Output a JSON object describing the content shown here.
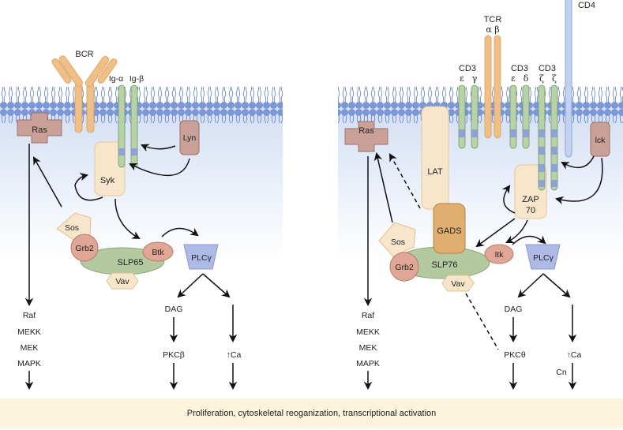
{
  "left_panel": {
    "receptor": "BCR",
    "ig_alpha": "Ig-α",
    "ig_beta": "Ig-β",
    "ras": "Ras",
    "lyn": "Lyn",
    "syk": "Syk",
    "sos": "Sos",
    "grb2": "Grb2",
    "slp": "SLP65",
    "btk": "Btk",
    "vav": "Vav",
    "plc": "PLCγ",
    "dag": "DAG",
    "pkc": "PKCβ",
    "ca": "↑Ca",
    "mapk_cascade": [
      "Raf",
      "MEKK",
      "MEK",
      "MAPK"
    ]
  },
  "right_panel": {
    "tcr": "TCR",
    "tcr_chains": "α β",
    "cd3_eg": "CD3",
    "cd3_eg_chains": [
      "ε",
      "γ"
    ],
    "cd3_ed": "CD3",
    "cd3_ed_chains": [
      "ε",
      "δ"
    ],
    "cd3_zz": "CD3",
    "cd3_zz_chains": [
      "ζ",
      "ζ"
    ],
    "cd4": "CD4",
    "ras": "Ras",
    "lat": "LAT",
    "lck": "lck",
    "zap_line1": "ZAP",
    "zap_line2": "70",
    "gads": "GADS",
    "sos": "Sos",
    "grb2": "Grb2",
    "slp": "SLP76",
    "itk": "Itk",
    "vav": "Vav",
    "plc": "PLCγ",
    "dag": "DAG",
    "pkc": "PKCθ",
    "ca": "↑Ca",
    "cn": "Cn",
    "mapk_cascade": [
      "Raf",
      "MEKK",
      "MEK",
      "MAPK"
    ]
  },
  "outcome": "Proliferation, cytoskeletal reoganization, transcriptional activation",
  "colors": {
    "membrane_head": "#7a98d8",
    "cytoplasm": "#dbe4f5",
    "ras": "#c9a199",
    "syk": "#f7e6cc",
    "receptor": "#efbf85",
    "ig_chain": "#b8d1a8",
    "itam": "#8fa1d9",
    "grb2": "#e0a696",
    "slp": "#b3c99f",
    "plc": "#aebae6",
    "gads": "#e0ae6e",
    "cd4": "#c3d2ef",
    "outcome_box": "#fbf3dc"
  }
}
